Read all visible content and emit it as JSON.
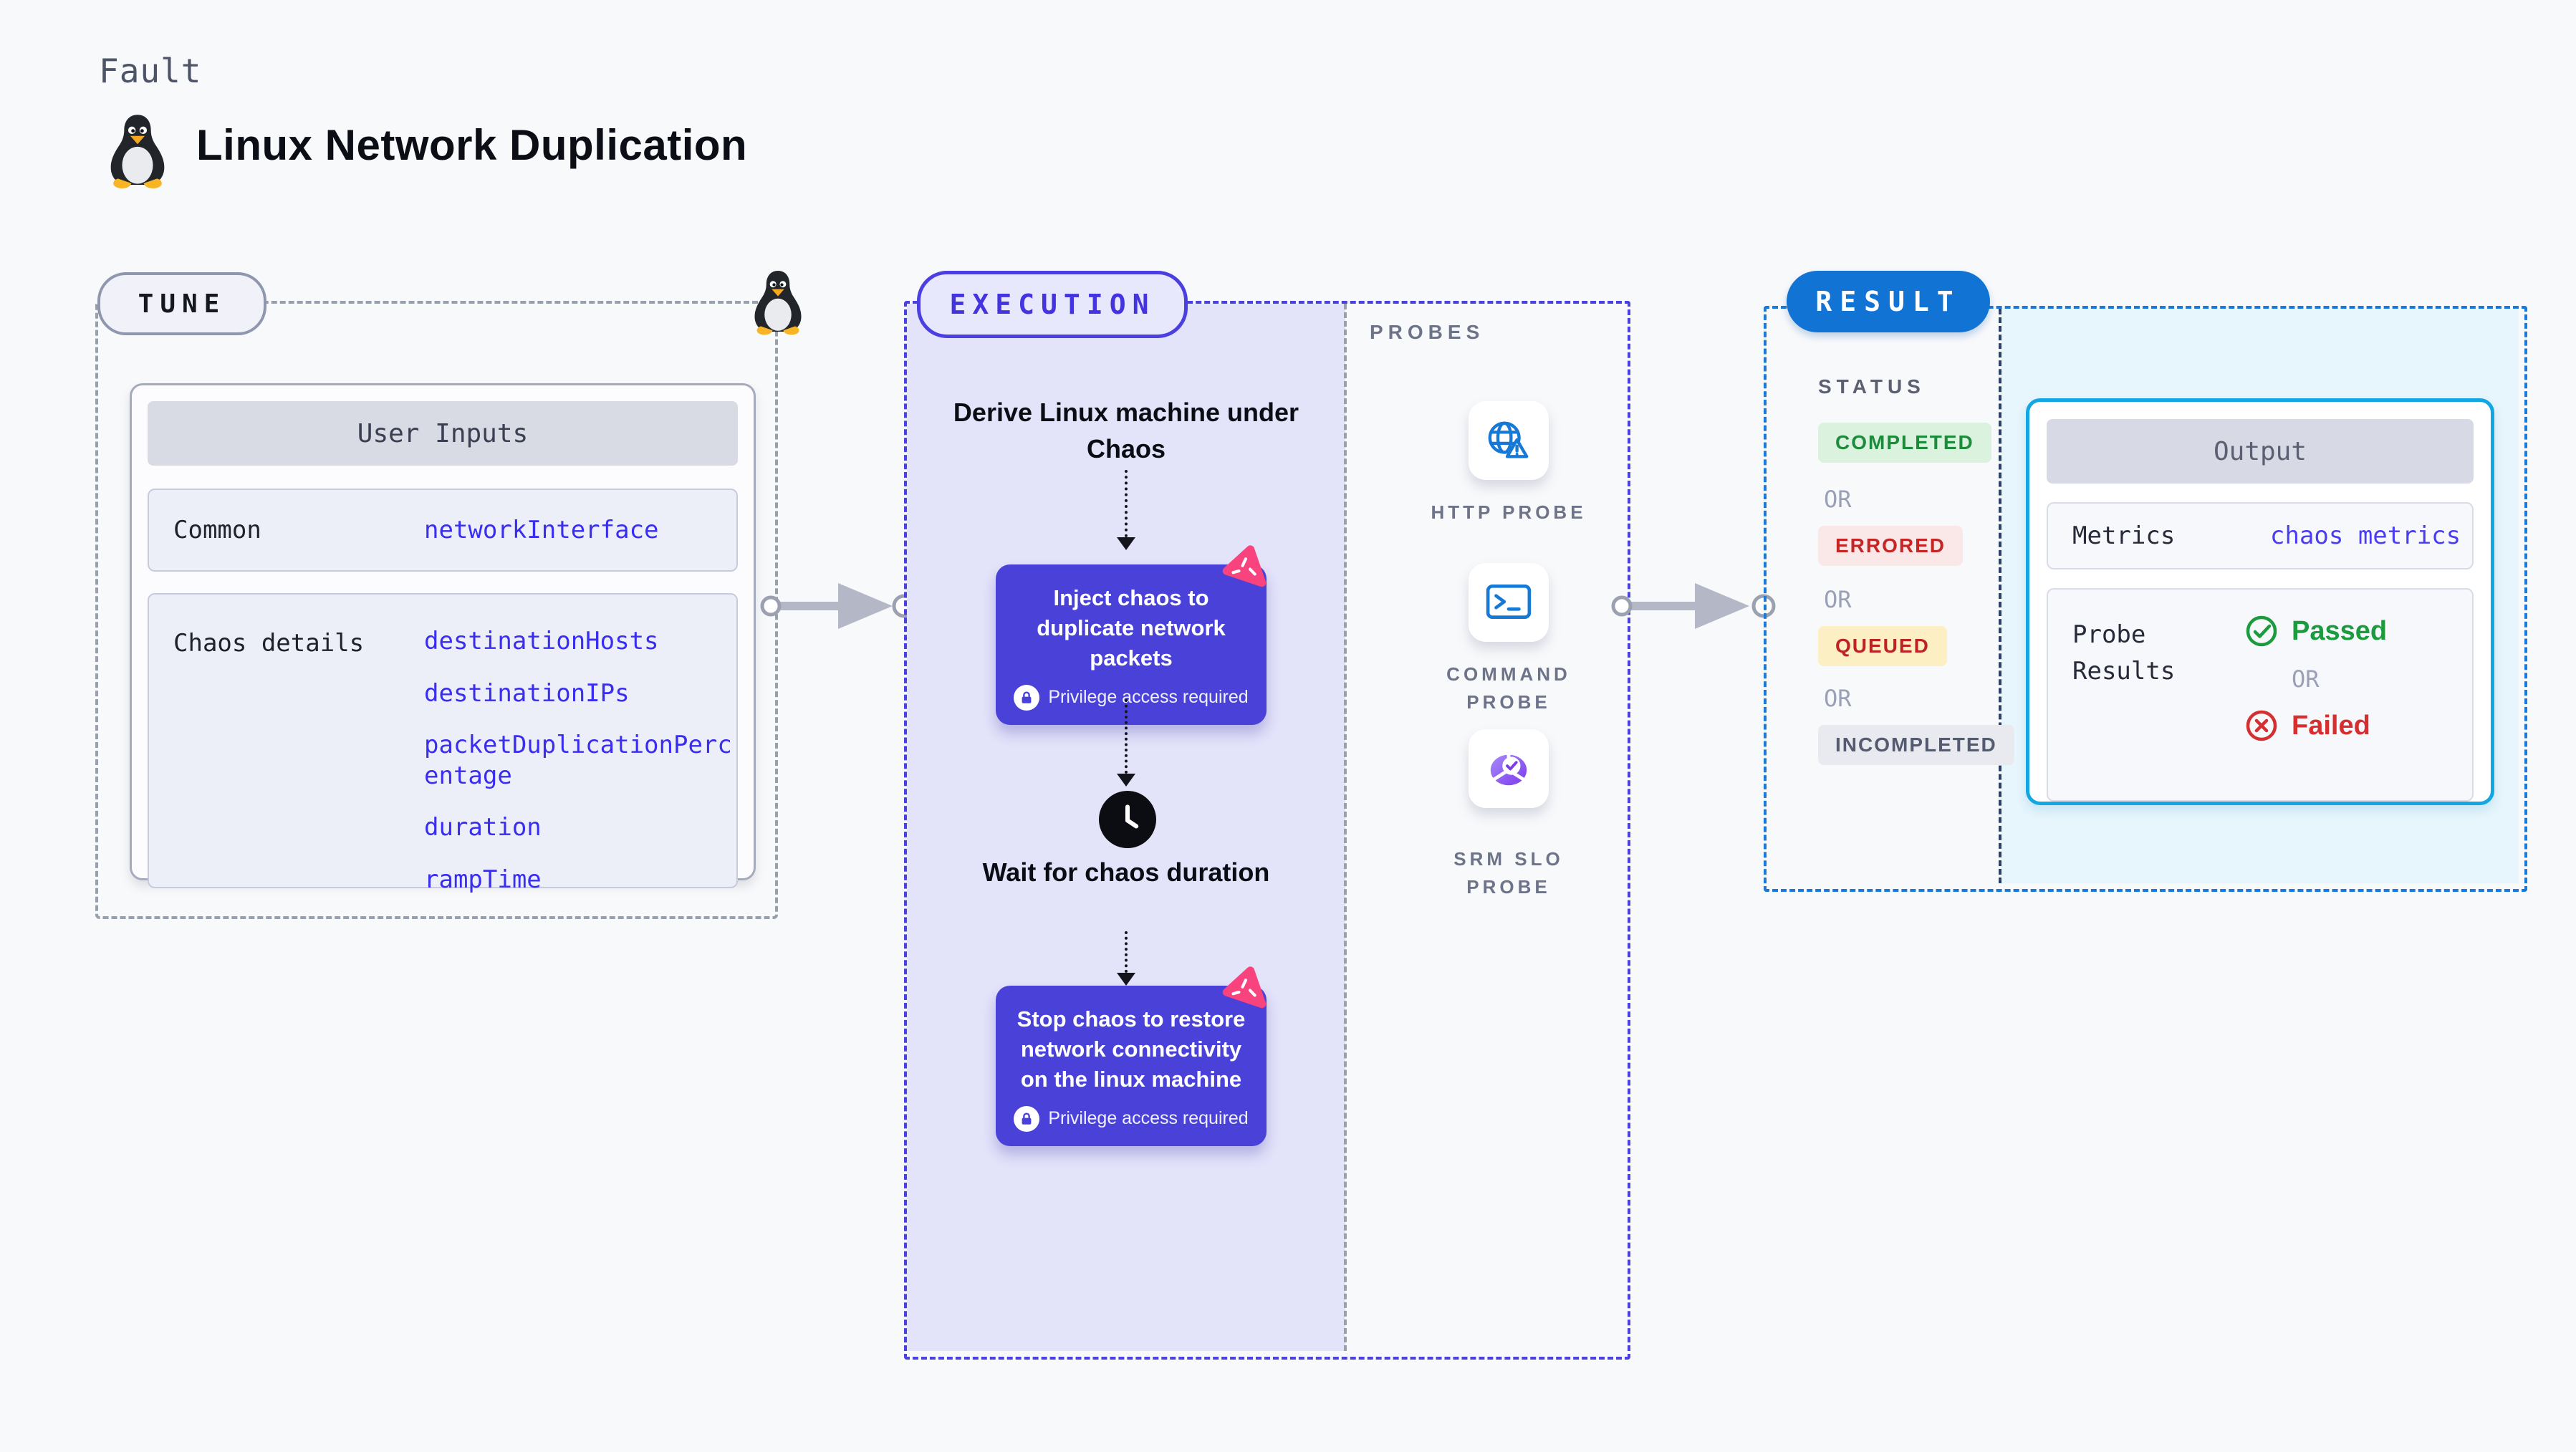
{
  "header": {
    "eyebrow": "Fault",
    "title": "Linux Network Duplication"
  },
  "tune": {
    "label": "TUNE",
    "inputs_title": "User Inputs",
    "rows": [
      {
        "label": "Common",
        "values": [
          "networkInterface"
        ]
      },
      {
        "label": "Chaos details",
        "values": [
          "destinationHosts",
          "destinationIPs",
          "packetDuplicationPercentage",
          "duration",
          "rampTime"
        ]
      }
    ]
  },
  "execution": {
    "label": "EXECUTION",
    "derive_step": "Derive Linux machine under Chaos",
    "inject_step": "Inject chaos to duplicate network packets",
    "wait_step": "Wait for chaos duration",
    "stop_step": "Stop chaos to restore network connectivity on the linux machine",
    "privilege_note": "Privilege access required"
  },
  "probes": {
    "label": "PROBES",
    "items": [
      {
        "name": "HTTP PROBE",
        "icon": "globe-alert-icon"
      },
      {
        "name": "COMMAND PROBE",
        "icon": "terminal-icon"
      },
      {
        "name": "SRM SLO PROBE",
        "icon": "slo-donut-icon"
      }
    ]
  },
  "result": {
    "label": "RESULT",
    "status_title": "STATUS",
    "or_label": "OR",
    "statuses": [
      {
        "label": "COMPLETED"
      },
      {
        "label": "ERRORED"
      },
      {
        "label": "QUEUED"
      },
      {
        "label": "INCOMPLETED"
      }
    ],
    "output": {
      "title": "Output",
      "metrics_label": "Metrics",
      "metrics_value": "chaos metrics",
      "probe_results_label": "Probe Results",
      "passed_label": "Passed",
      "failed_label": "Failed"
    }
  },
  "colors": {
    "accent_indigo": "#4b3fe0",
    "accent_blue": "#1173d4",
    "accent_cyan": "#12a6e3",
    "chaos_pink": "#f9437e",
    "passed_green": "#1c9a3e",
    "failed_red": "#d62f2f",
    "value_blue": "#392df0"
  }
}
